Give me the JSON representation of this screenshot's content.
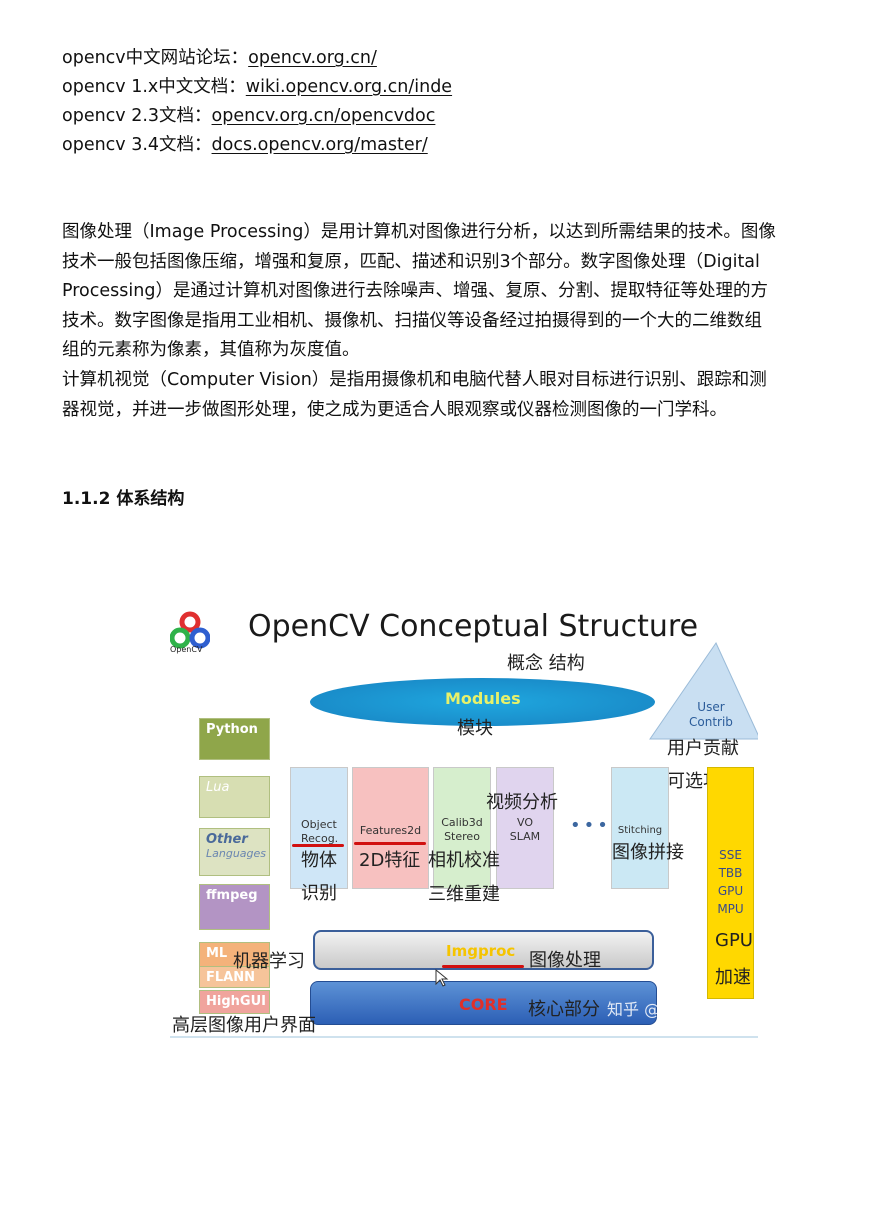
{
  "links": [
    {
      "label": "opencv中文网站论坛：",
      "url_text": "opencv.org.cn/"
    },
    {
      "label": "opencv 1.x中文文档：",
      "url_text": "wiki.opencv.org.cn/inde"
    },
    {
      "label": "opencv 2.3文档：",
      "url_text": "opencv.org.cn/opencvdoc"
    },
    {
      "label": "opencv 3.4文档：",
      "url_text": "docs.opencv.org/master/"
    }
  ],
  "paragraph1_lines": [
    "图像处理（Image Processing）是用计算机对图像进行分析，以达到所需结果的技术。图像",
    "技术一般包括图像压缩，增强和复原，匹配、描述和识别3个部分。数字图像处理（Digital",
    "Processing）是通过计算机对图像进行去除噪声、增强、复原、分割、提取特征等处理的方",
    "技术。数字图像是指用工业相机、摄像机、扫描仪等设备经过拍摄得到的一个大的二维数组",
    "组的元素称为像素，其值称为灰度值。"
  ],
  "paragraph2_lines": [
    "计算机视觉（Computer Vision）是指用摄像机和电脑代替人眼对目标进行识别、跟踪和测",
    "器视觉，并进一步做图形处理，使之成为更适合人眼观察或仪器检测图像的一门学科。"
  ],
  "section_heading": "1.1.2 体系结构",
  "figure": {
    "title": "OpenCV Conceptual Structure",
    "logo_text": "OpenCV",
    "subtitle_cn": "概念 结构",
    "modules_label": "Modules",
    "modules_cn": "模块",
    "user_contrib": [
      "User",
      "Contrib"
    ],
    "user_contrib_cn": "用户贡献",
    "optional_cn": "可选功能",
    "side": {
      "python": "Python",
      "lua": "Lua",
      "other": "Other",
      "languages": "Languages",
      "ffmpeg": "ffmpeg",
      "ml": "ML",
      "flann": "FLANN",
      "highgui": "HighGUI"
    },
    "mods": {
      "obj": [
        "Object",
        "Recog."
      ],
      "feat": "Features2d",
      "calib": [
        "Calib3d",
        "Stereo"
      ],
      "vo": [
        "VO",
        "SLAM"
      ],
      "stitch": "Stitching",
      "dots": "•••"
    },
    "cn_labels": {
      "video": "视频分析",
      "object1": "物体",
      "object2": "识别",
      "feat2d": "2D特征",
      "calib": "相机校准",
      "recon": "三维重建",
      "stitch": "图像拼接",
      "ml": "机器学习",
      "imgproc": "图像处理",
      "core": "核心部分",
      "highgui": "高层图像用户界面",
      "gpu1": "GPU",
      "gpu2": "加速"
    },
    "gpu_items": [
      "SSE",
      "TBB",
      "GPU",
      "MPU"
    ],
    "imgproc_label": "Imgproc",
    "core_label": "CORE",
    "watermark": "知乎 @Mengcius",
    "colors": {
      "modules": "#1a8dca",
      "gpu_bar": "#ffd800",
      "core": "#2c5fb5",
      "underline": "#d11010"
    }
  }
}
